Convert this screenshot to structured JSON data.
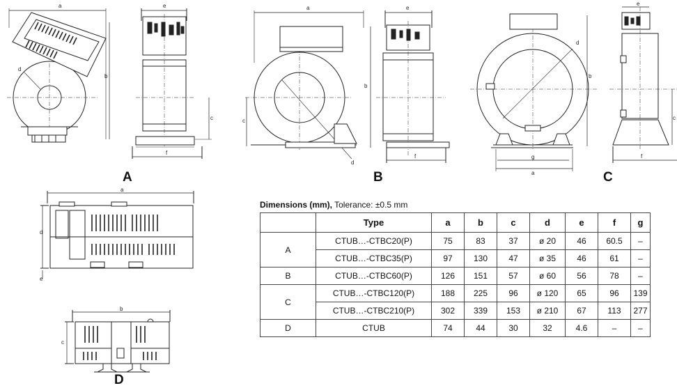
{
  "figure_labels": {
    "a": "A",
    "b": "B",
    "c": "C",
    "d": "D"
  },
  "dim_letters": {
    "a": "a",
    "b": "b",
    "c": "c",
    "d": "d",
    "e": "e",
    "f": "f",
    "g": "g"
  },
  "caption": {
    "bold": "Dimensions (mm),",
    "rest": " Tolerance: ±0.5 mm"
  },
  "table": {
    "headers": [
      "",
      "Type",
      "a",
      "b",
      "c",
      "d",
      "e",
      "f",
      "g"
    ],
    "groups": [
      {
        "group": "A",
        "rows": [
          {
            "type": "CTUB…-CTBC20(P)",
            "a": "75",
            "b": "83",
            "c": "37",
            "d": "ø 20",
            "e": "46",
            "f": "60.5",
            "g": "–"
          },
          {
            "type": "CTUB…-CTBC35(P)",
            "a": "97",
            "b": "130",
            "c": "47",
            "d": "ø 35",
            "e": "46",
            "f": "61",
            "g": "–"
          }
        ]
      },
      {
        "group": "B",
        "rows": [
          {
            "type": "CTUB…-CTBC60(P)",
            "a": "126",
            "b": "151",
            "c": "57",
            "d": "ø 60",
            "e": "56",
            "f": "78",
            "g": "–"
          }
        ]
      },
      {
        "group": "C",
        "rows": [
          {
            "type": "CTUB…-CTBC120(P)",
            "a": "188",
            "b": "225",
            "c": "96",
            "d": "ø 120",
            "e": "65",
            "f": "96",
            "g": "139"
          },
          {
            "type": "CTUB…-CTBC210(P)",
            "a": "302",
            "b": "339",
            "c": "153",
            "d": "ø 210",
            "e": "67",
            "f": "113",
            "g": "277"
          }
        ]
      },
      {
        "group": "D",
        "rows": [
          {
            "type": "CTUB",
            "a": "74",
            "b": "44",
            "c": "30",
            "d": "32",
            "e": "4.6",
            "f": "–",
            "g": "–"
          }
        ]
      }
    ]
  }
}
